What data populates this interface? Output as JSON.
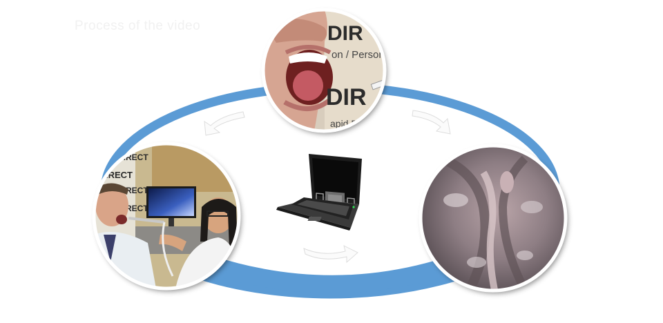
{
  "faint_heading": "Process of the video",
  "colors": {
    "cycle_ring": "#5b9bd5",
    "frame_border": "#ffffff",
    "arrow_outline": "#d9d9d9",
    "background": "#ffffff"
  },
  "photos": {
    "mouth": {
      "description_icon": "open-mouth-photo",
      "sign_lines": [
        "DIR",
        "on / Persona",
        "DIR",
        "apid R"
      ]
    },
    "exam": {
      "description_icon": "oral-exam-photo",
      "sign_lines": [
        "IDIRECT",
        "DIRECT",
        "DIRECT",
        "DIRECT"
      ]
    },
    "tissue": {
      "description_icon": "oral-tissue-closeup-photo"
    }
  },
  "laptop": {
    "description_icon": "laptop-icon"
  }
}
